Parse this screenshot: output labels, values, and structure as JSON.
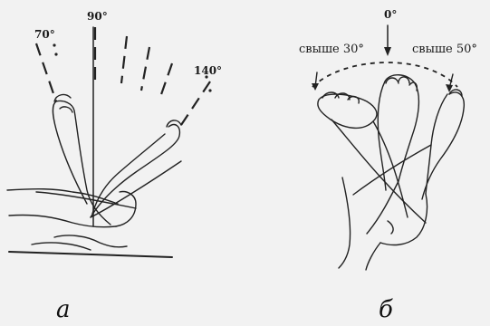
{
  "panel_a": {
    "letter": "a",
    "angle_70": "70°",
    "angle_90": "90°",
    "angle_140": "140°"
  },
  "panel_b": {
    "letter": "б",
    "angle_0": "0°",
    "label_left": "свыше 30°",
    "label_right": "свыше 50°"
  }
}
